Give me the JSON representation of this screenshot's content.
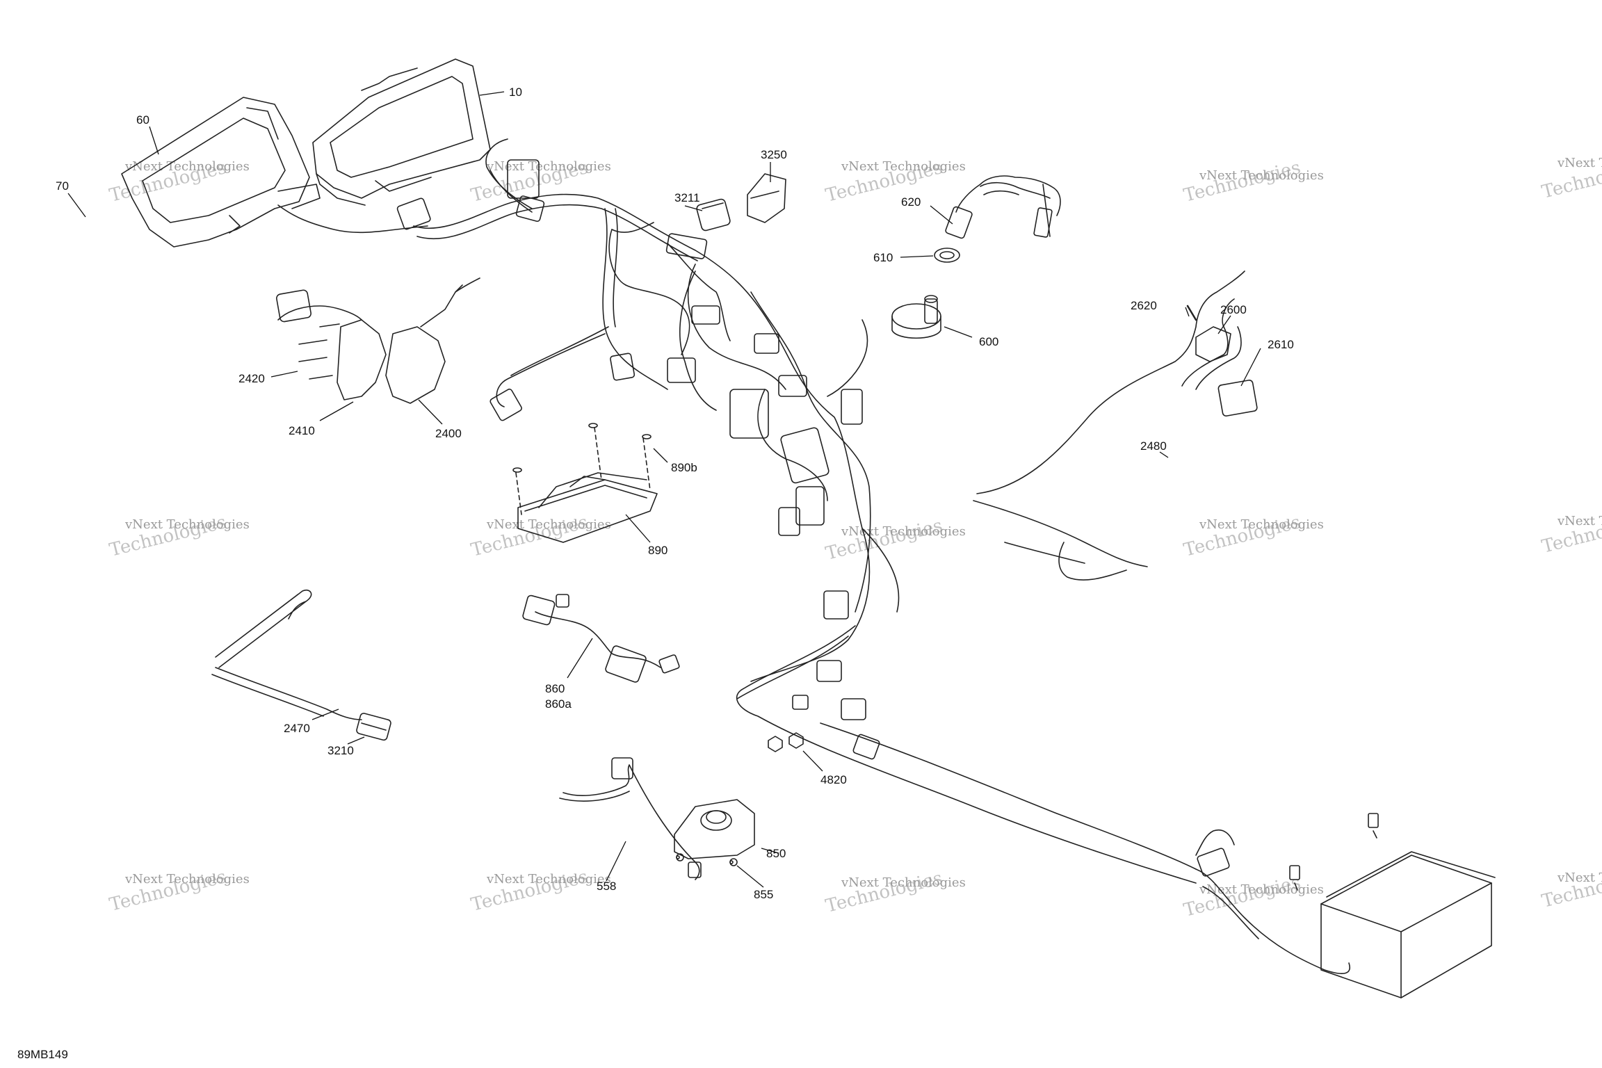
{
  "diagram_code": "89MB149",
  "watermark": {
    "line1": "vNext Technologies",
    "line2": "Technologies",
    "line3": "vNext Technologies"
  },
  "callouts": {
    "p10": "10",
    "p60": "60",
    "p70": "70",
    "p3250": "3250",
    "p3211": "3211",
    "p620": "620",
    "p610": "610",
    "p600": "600",
    "p2620": "2620",
    "p2600": "2600",
    "p2610": "2610",
    "p2420": "2420",
    "p2410": "2410",
    "p2400": "2400",
    "p890b": "890b",
    "p890": "890",
    "p2480": "2480",
    "p860": "860",
    "p860a": "860a",
    "p2470": "2470",
    "p3210": "3210",
    "p4820": "4820",
    "p850": "850",
    "p558": "558",
    "p855": "855"
  }
}
